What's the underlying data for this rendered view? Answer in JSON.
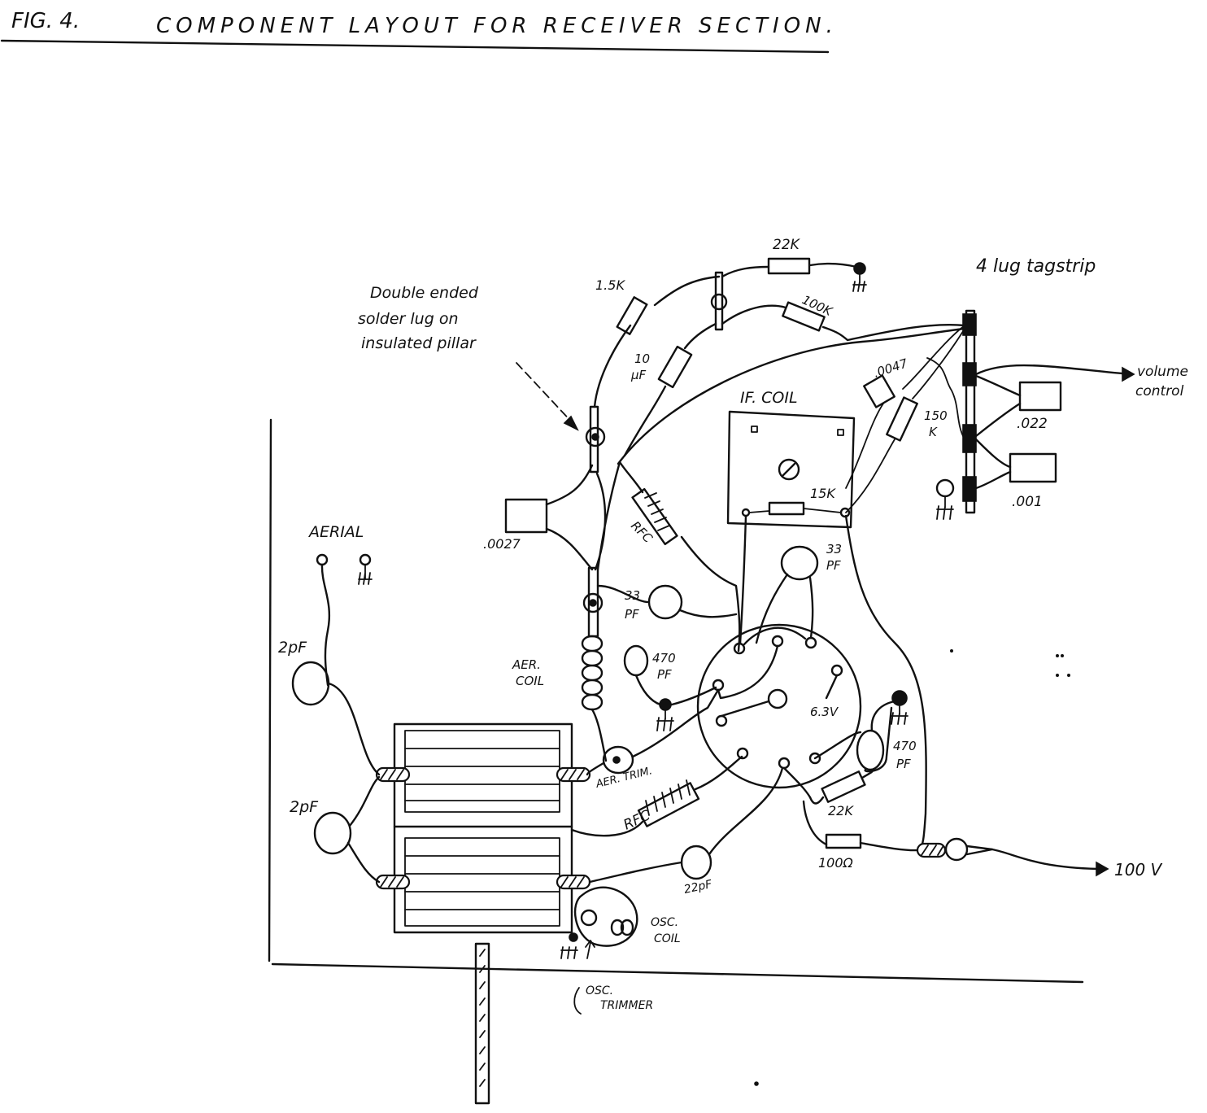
{
  "figure": {
    "number": "FIG. 4.",
    "title": "COMPONENT LAYOUT FOR RECEIVER SECTION."
  },
  "labels": {
    "annotation_pillar": [
      "Double ended",
      "solder lug on",
      "insulated pillar"
    ],
    "tagstrip": "4 lug tagstrip",
    "volume_control": [
      "volume",
      "control"
    ],
    "if_coil": "IF. COIL",
    "aerial": "AERIAL",
    "aer_coil": [
      "AER.",
      "COIL"
    ],
    "aer_trim": "AER. TRIM.",
    "osc_coil": [
      "OSC.",
      "COIL"
    ],
    "osc_trimmer": [
      "OSC.",
      "TRIMMER"
    ],
    "rfc_upper": "RFC",
    "rfc_lower": "RFC",
    "heater": "6.3V",
    "hv": "100 V"
  },
  "values": {
    "r_22k_top": "22K",
    "r_1_5k": "1.5K",
    "r_100k": "100K",
    "c_10uf": [
      "10",
      "μF"
    ],
    "c_0047": ".0047",
    "r_150k": [
      "150",
      "K"
    ],
    "c_022": ".022",
    "c_001": ".001",
    "r_15k": "15K",
    "c_0027": ".0027",
    "c_33pf_left": [
      "33",
      "PF"
    ],
    "c_33pf_right": [
      "33",
      "PF"
    ],
    "c_470pf_left": [
      "470",
      "PF"
    ],
    "c_470pf_right": [
      "470",
      "PF"
    ],
    "c_2pf_top": "2pF",
    "c_2pf_bottom": "2pF",
    "r_22k_bottom": "22K",
    "r_100ohm": "100Ω",
    "c_22pf": "22pF"
  }
}
